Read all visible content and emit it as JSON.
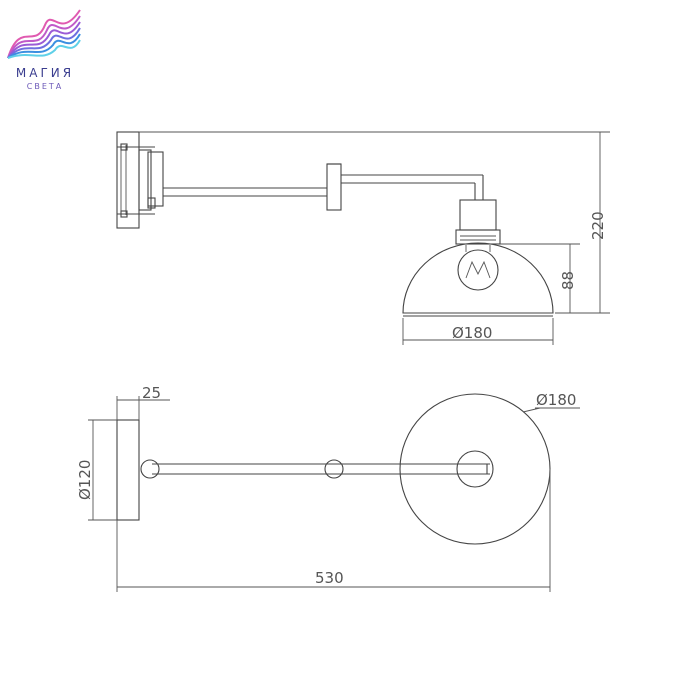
{
  "brand": {
    "name": "МАГИЯ",
    "subtitle": "СВЕТА",
    "colors": [
      "#e05ab0",
      "#9b5bd6",
      "#3b8fe0",
      "#5fd0e8"
    ]
  },
  "side_view": {
    "dim_height_total": "220",
    "dim_shade_height": "88",
    "dim_shade_diameter": "Ø180"
  },
  "top_view": {
    "dim_plate_depth": "25",
    "dim_plate_diameter": "Ø120",
    "dim_shade_diameter": "Ø180",
    "dim_total_length": "530"
  }
}
